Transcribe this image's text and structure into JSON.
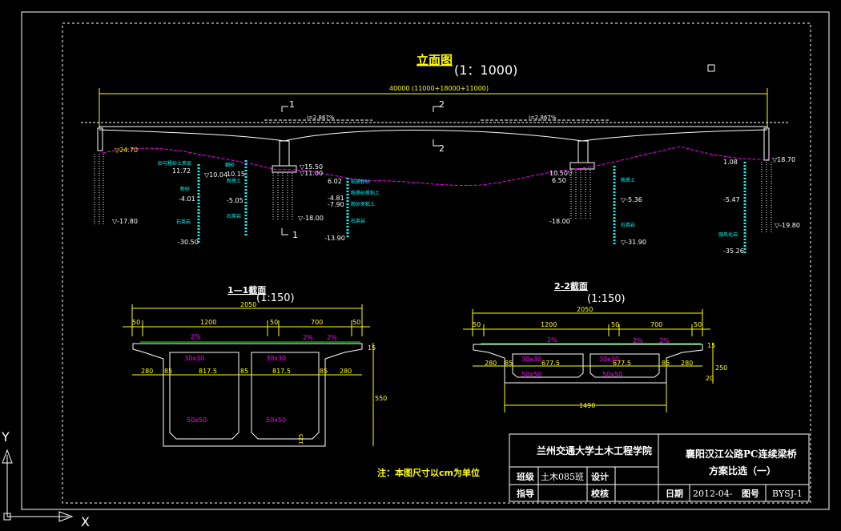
{
  "elevation": {
    "title": "立面图",
    "scale": "(1：1000)",
    "total_dim": "40000 (11000+18000+11000)",
    "cut_marks": [
      "1",
      "2",
      "2",
      "1"
    ],
    "slope_left": "i=2.867%",
    "slope_right": "i=2.867%",
    "left_abutment": {
      "top": "▽24.70",
      "bottom": "▽-17.80"
    },
    "right_abutment": {
      "top": "▽18.70",
      "bottom": "▽-19.80"
    },
    "pier1": {
      "top": "▽15.50",
      "mid": "▽11.00",
      "bottom": "▽-18.00",
      "tip": "-13.90"
    },
    "pier2": {
      "top": "10.50▽",
      "mid": "6.50",
      "bottom": "-18.00"
    },
    "borehole1": [
      "砂与粗砂土夹层",
      "11.72",
      "▽10.04",
      "粉砂",
      "-4.01",
      "石英岩",
      "-30.50"
    ],
    "borehole2": [
      "细砂",
      "10.15",
      "粉质土",
      "-5.05",
      "石英岩"
    ],
    "borehole3": [
      "6.02",
      "粘质粉砂",
      "粉质砂质粘土",
      "-4.81",
      "-7.90",
      "粉砂夹粘土",
      "石英岩"
    ],
    "borehole4": [
      "粉质土",
      "▽-5.36",
      "石英岩",
      "▽-31.90"
    ],
    "borehole5": [
      "1.08",
      "▽",
      "-5.47",
      "强风化岩",
      "-35.26"
    ]
  },
  "section1": {
    "title": "1—1截面",
    "scale": "(1:150)",
    "dims_top": [
      "2050",
      "1200",
      "50",
      "700",
      "50",
      "50"
    ],
    "slopes": [
      "2%",
      "2%",
      "2%"
    ],
    "fillets_top": [
      "30x30",
      "30x30"
    ],
    "dims_mid": [
      "280",
      "85",
      "817.5",
      "85",
      "817.5",
      "85",
      "280"
    ],
    "fillets_bottom": [
      "50x50",
      "50x50"
    ],
    "height": "550",
    "right_small": "15",
    "bottom_label": "125"
  },
  "section2": {
    "title": "2-2截面",
    "scale": "(1:150)",
    "dims_top": [
      "2050",
      "1200",
      "50",
      "700",
      "50",
      "50"
    ],
    "slopes": [
      "2%",
      "2%",
      "2%"
    ],
    "fillets_top": [
      "30x30",
      "30x30"
    ],
    "dims_mid": [
      "280",
      "85",
      "677.5",
      "677.5",
      "85",
      "280"
    ],
    "fillets_bottom": [
      "50x50",
      "50x50"
    ],
    "height": "250",
    "right_small": "15",
    "right_mid": "20",
    "width_bottom": "1490"
  },
  "note": "注：本图尺寸以cm为单位",
  "title_block": {
    "school": "兰州交通大学土木工程学院",
    "project_line1": "襄阳汉江公路PC连续梁桥",
    "project_line2": "方案比选（一）",
    "class_label": "班级",
    "class_value": "土木085班",
    "design_label": "设计",
    "advisor_label": "指导",
    "check_label": "校核",
    "date_label": "日期",
    "date_value": "2012-04-",
    "drawing_no_label": "图号",
    "drawing_no_value": "BYSJ-1"
  },
  "ucs": {
    "x": "X",
    "y": "Y"
  },
  "colors": {
    "background": "#000000",
    "frame": "#ffffff",
    "dimension": "#ffff00",
    "annotation": "#00ffff",
    "ground_line": "#ff00ff",
    "deck_slope": "#00ff00",
    "title": "#ffff00"
  }
}
